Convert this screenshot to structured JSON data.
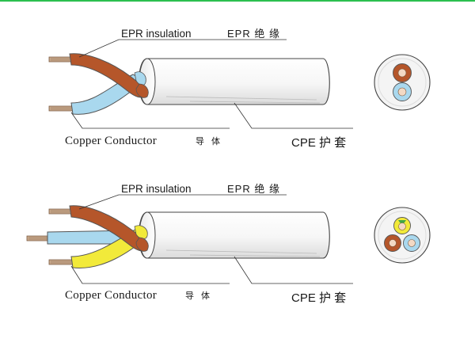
{
  "diagrams": [
    {
      "insulation_label": "EPR insulation",
      "insulation_label_cn": "EPR 绝  缘",
      "conductor_label": "Copper Conductor",
      "conductor_label_cn": "导 体",
      "sheath_label": "CPE 护 套",
      "cores": [
        "brown",
        "blue"
      ]
    },
    {
      "insulation_label": "EPR insulation",
      "insulation_label_cn": "EPR 绝  缘",
      "conductor_label": "Copper Conductor",
      "conductor_label_cn": "导 体",
      "sheath_label": "CPE 护 套",
      "cores": [
        "brown",
        "blue",
        "yellow-green"
      ]
    }
  ],
  "colors": {
    "brown": "#b5562a",
    "blue": "#a9d8ee",
    "yellow": "#f2ea3a",
    "green": "#3fa845",
    "copper": "#c9a98c",
    "sheath": "#f4f4f4",
    "outline": "#555555",
    "frame_accent": "#2bbf4f"
  }
}
